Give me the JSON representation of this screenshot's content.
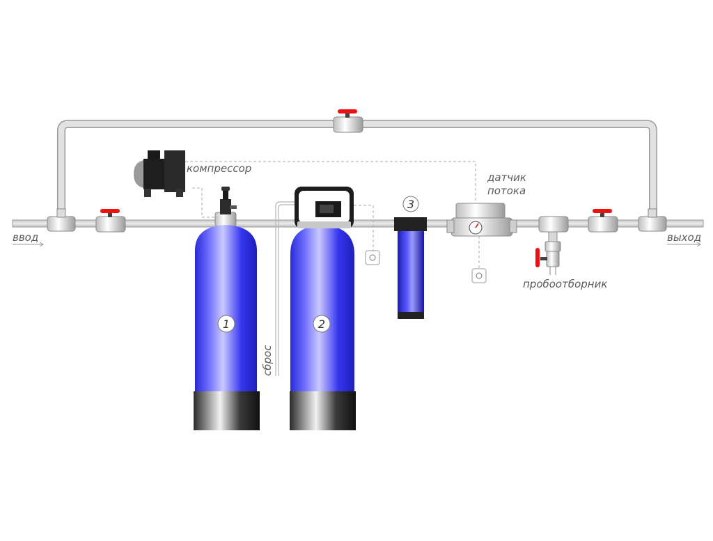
{
  "labels": {
    "inlet": "ввод",
    "outlet": "выход",
    "compressor": "компрессор",
    "flow_sensor_line1": "датчик",
    "flow_sensor_line2": "потока",
    "sampler": "пробоотборник",
    "drain": "сброс"
  },
  "tanks": {
    "tank1_number": "1",
    "tank2_number": "2",
    "filter3_number": "3"
  },
  "colors": {
    "pipe": "#d6d6d6",
    "pipe_edge": "#9a9a9a",
    "tank_blue": "#3d3df0",
    "tank_light": "#a9a9ff",
    "valve_red": "#ee1111",
    "dark": "#1a1a1a"
  }
}
